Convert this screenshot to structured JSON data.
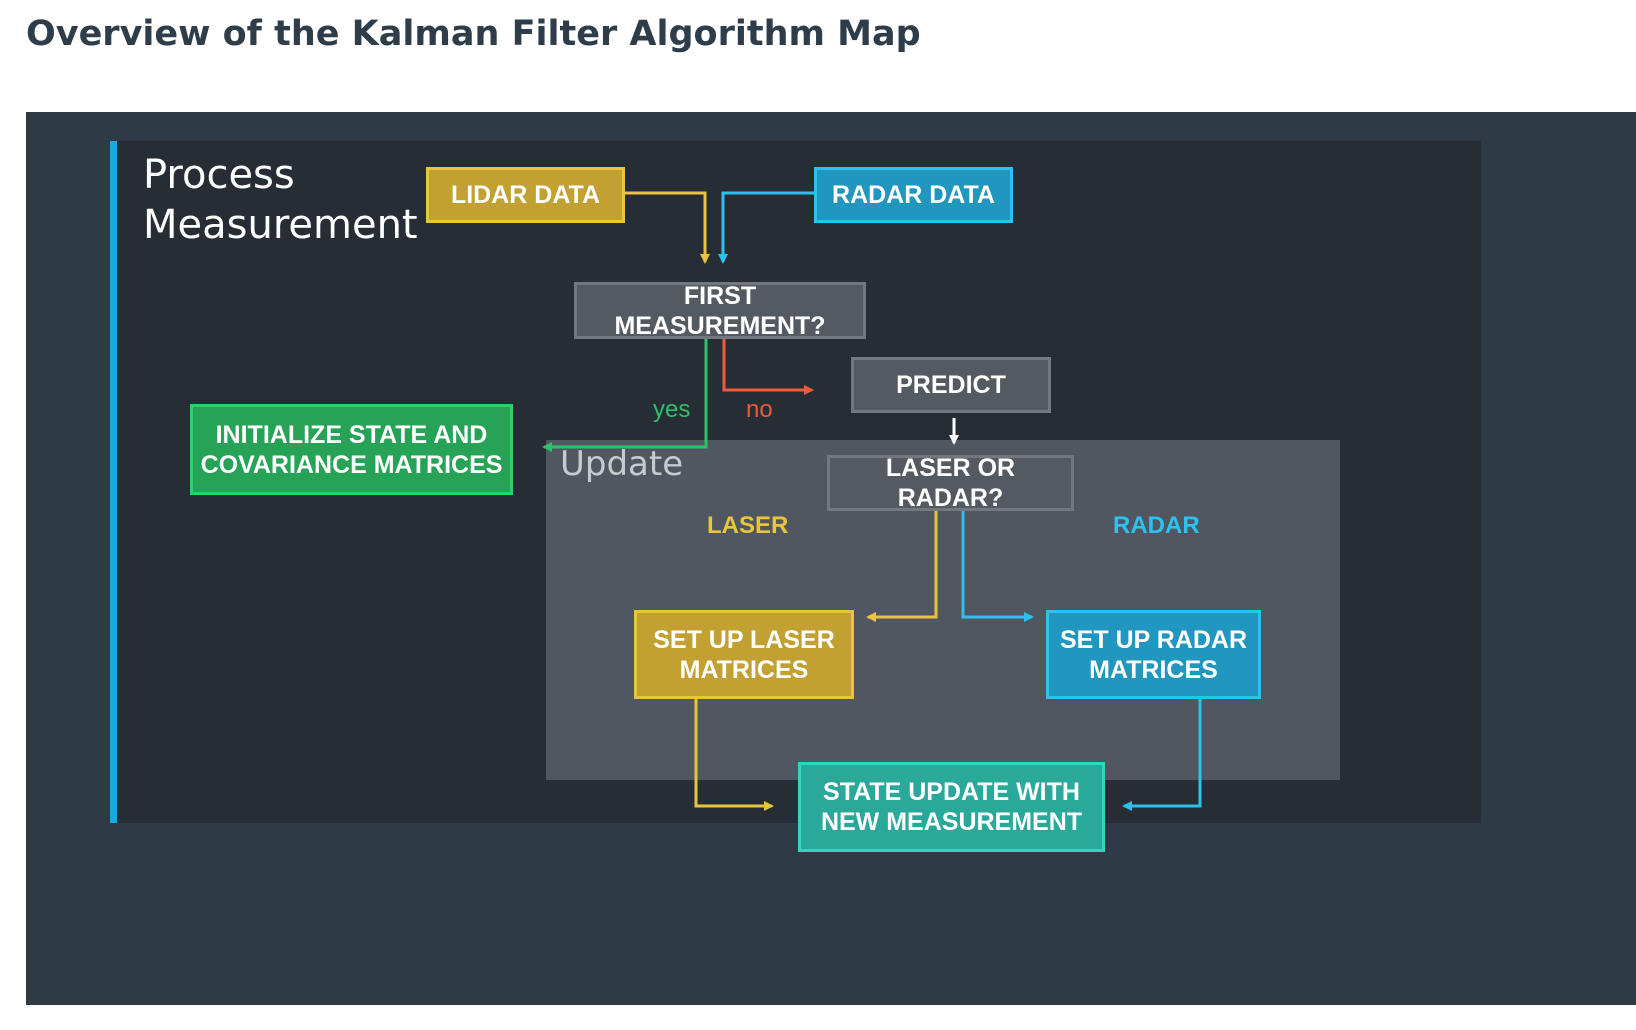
{
  "page": {
    "title": "Overview of the Kalman Filter Algorithm Map"
  },
  "panels": {
    "process_label": "Process\nMeasurement",
    "update_label": "Update"
  },
  "nodes": {
    "lidar_data": "LIDAR DATA",
    "radar_data": "RADAR DATA",
    "first_measurement": "FIRST MEASUREMENT?",
    "predict": "PREDICT",
    "initialize": "INITIALIZE STATE AND\nCOVARIANCE MATRICES",
    "laser_or_radar": "LASER OR RADAR?",
    "setup_laser": "SET UP LASER\nMATRICES",
    "setup_radar": "SET UP RADAR\nMATRICES",
    "state_update": "STATE UPDATE WITH\nNEW MEASUREMENT"
  },
  "branch_labels": {
    "yes": "yes",
    "no": "no",
    "laser": "LASER",
    "radar": "RADAR"
  },
  "colors": {
    "background": "#2e3b46",
    "process_panel": "#262d35",
    "update_panel": "#515760",
    "accent_blue": "#1ba9dc",
    "lidar_yellow": "#e8c53a",
    "radar_blue": "#2cc2f0",
    "yes_green": "#2fc16a",
    "no_red": "#f05a3a",
    "arrow_white": "#ffffff"
  }
}
